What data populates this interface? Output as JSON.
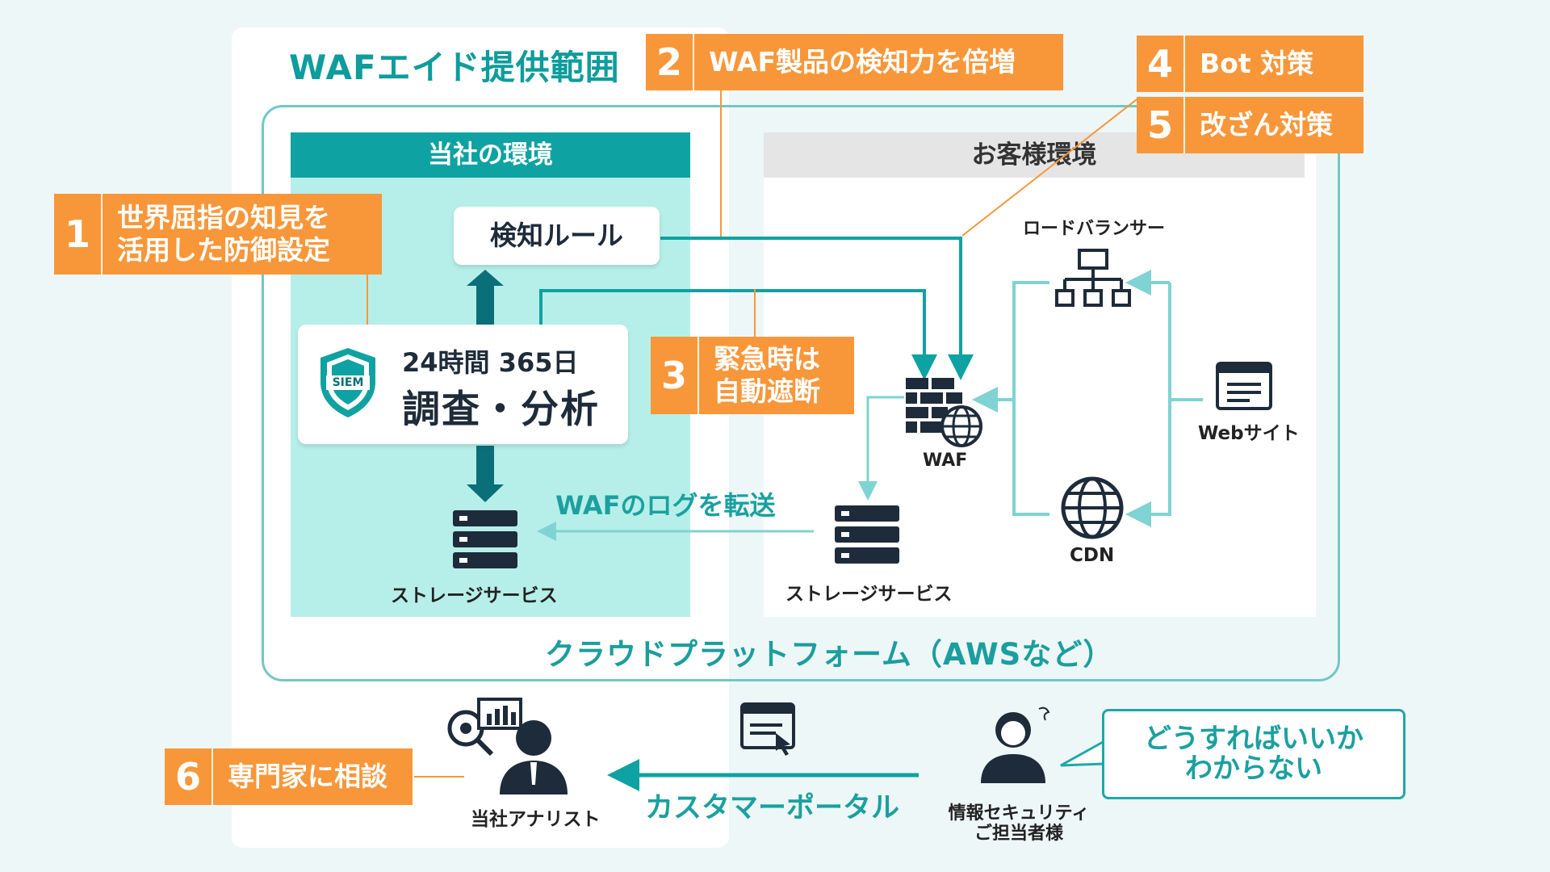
{
  "title": "WAFエイド提供範囲",
  "sections": {
    "own_env": "当社の環境",
    "customer_env": "お客様環境",
    "cloud_platform": "クラウドプラットフォーム（AWSなど）"
  },
  "nodes": {
    "detection_rule": "検知ルール",
    "siem_badge": "SIEM",
    "siem_line1": "24時間 365日",
    "siem_line2": "調査・分析",
    "storage_own": "ストレージサービス",
    "storage_cust": "ストレージサービス",
    "load_balancer": "ロードバランサー",
    "waf": "WAF",
    "website": "Webサイト",
    "cdn": "CDN",
    "log_transfer": "WAFのログを転送",
    "analyst": "当社アナリスト",
    "portal": "カスタマーポータル",
    "security_person_l1": "情報セキュリティ",
    "security_person_l2": "ご担当者様",
    "speech_l1": "どうすればいいか",
    "speech_l2": "わからない"
  },
  "features": [
    {
      "num": "1",
      "line1": "世界屈指の知見を",
      "line2": "活用した防御設定"
    },
    {
      "num": "2",
      "line1": "WAF製品の検知力を倍増"
    },
    {
      "num": "3",
      "line1": "緊急時は",
      "line2": "自動遮断"
    },
    {
      "num": "4",
      "line1": "Bot 対策"
    },
    {
      "num": "5",
      "line1": "改ざん対策"
    },
    {
      "num": "6",
      "line1": "専門家に相談"
    }
  ],
  "colors": {
    "teal": "#0fa2a2",
    "light_teal": "#b6efe9",
    "orange": "#f7973a",
    "navy": "#1e2b3a"
  }
}
